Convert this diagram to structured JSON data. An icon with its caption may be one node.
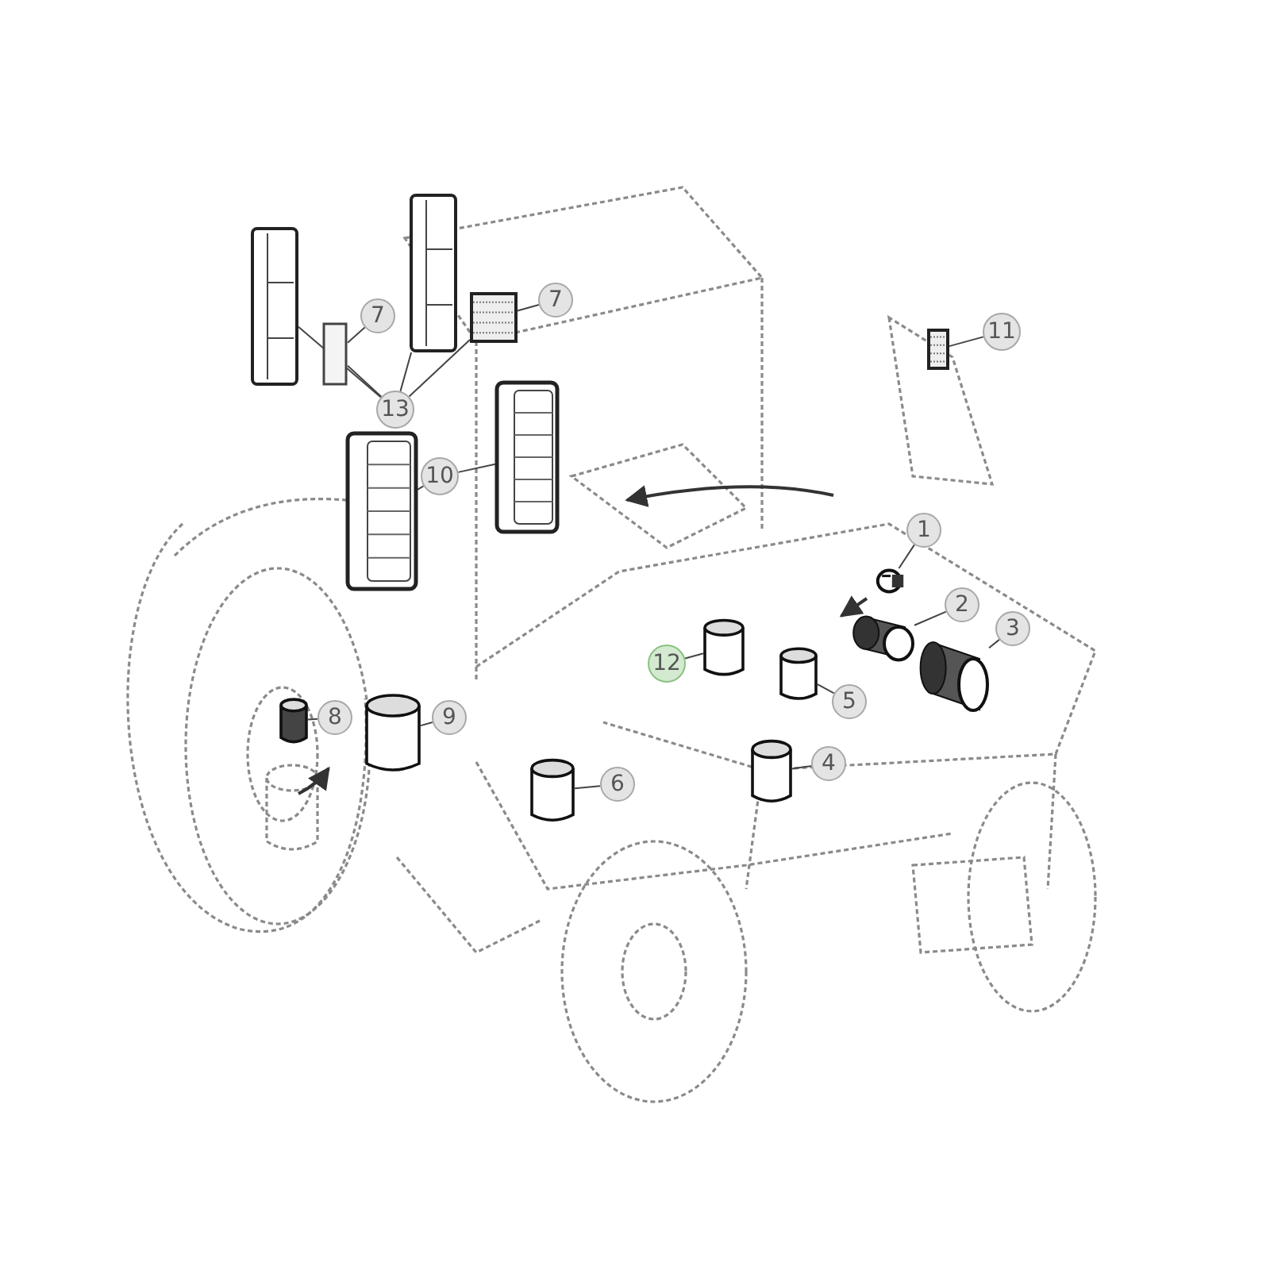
{
  "diagram": {
    "nodes": [
      {
        "text": [
          "7"
        ]
      },
      {
        "text": [
          "7"
        ]
      },
      {
        "text": [
          "13"
        ]
      },
      {
        "text": [
          "10"
        ]
      },
      {
        "text": [
          "11"
        ]
      },
      {
        "text": [
          "1"
        ]
      },
      {
        "text": [
          "2"
        ]
      },
      {
        "text": [
          "3"
        ]
      },
      {
        "text": [
          "12"
        ]
      },
      {
        "text": [
          "5"
        ]
      },
      {
        "text": [
          "4"
        ]
      },
      {
        "text": [
          "8"
        ]
      },
      {
        "text": [
          "9"
        ]
      },
      {
        "text": [
          "6"
        ]
      },
      {
        "text": [],
        "shape": "box"
      },
      {
        "text": [],
        "shape": "box"
      },
      {
        "text": [],
        "shape": "box"
      },
      {
        "text": [],
        "shape": "box"
      },
      {
        "text": [],
        "shape": "box"
      },
      {
        "text": [],
        "shape": "box"
      },
      {
        "text": [],
        "shape": "box"
      },
      {
        "text": [],
        "shape": "box"
      },
      {
        "text": [],
        "shape": "cylinder"
      },
      {
        "text": [],
        "shape": "cylinder"
      },
      {
        "text": [],
        "shape": "cylinder"
      },
      {
        "text": [],
        "shape": "cylinder"
      },
      {
        "text": [],
        "shape": "cylinder"
      },
      {
        "text": [],
        "shape": "cylinder"
      },
      {
        "text": [],
        "shape": "cylinder"
      },
      {
        "text": [],
        "shape": "cylinder"
      }
    ],
    "edges": [
      {
        "from": 0,
        "to": 16,
        "arrow": "none"
      },
      {
        "from": 1,
        "to": 17,
        "arrow": "none"
      },
      {
        "from": 2,
        "to": 14,
        "arrow": "none"
      },
      {
        "from": 2,
        "to": 16,
        "arrow": "none"
      },
      {
        "from": 2,
        "to": 15,
        "arrow": "none"
      },
      {
        "from": 2,
        "to": 17,
        "arrow": "none"
      },
      {
        "from": 3,
        "to": 18,
        "arrow": "none"
      },
      {
        "from": 3,
        "to": 19,
        "arrow": "none"
      },
      {
        "from": 4,
        "to": 20,
        "arrow": "none"
      },
      {
        "from": 5,
        "to": 21,
        "arrow": "none"
      },
      {
        "from": 6,
        "to": 22,
        "arrow": "none"
      },
      {
        "from": 7,
        "to": 23,
        "arrow": "none"
      },
      {
        "from": 8,
        "to": 24,
        "arrow": "none"
      },
      {
        "from": 9,
        "to": 25,
        "arrow": "none"
      },
      {
        "from": 10,
        "to": 26,
        "arrow": "none"
      },
      {
        "from": 11,
        "to": 27,
        "arrow": "none"
      },
      {
        "from": 12,
        "to": 28,
        "arrow": "none"
      },
      {
        "from": 13,
        "to": 29,
        "arrow": "none"
      }
    ]
  }
}
